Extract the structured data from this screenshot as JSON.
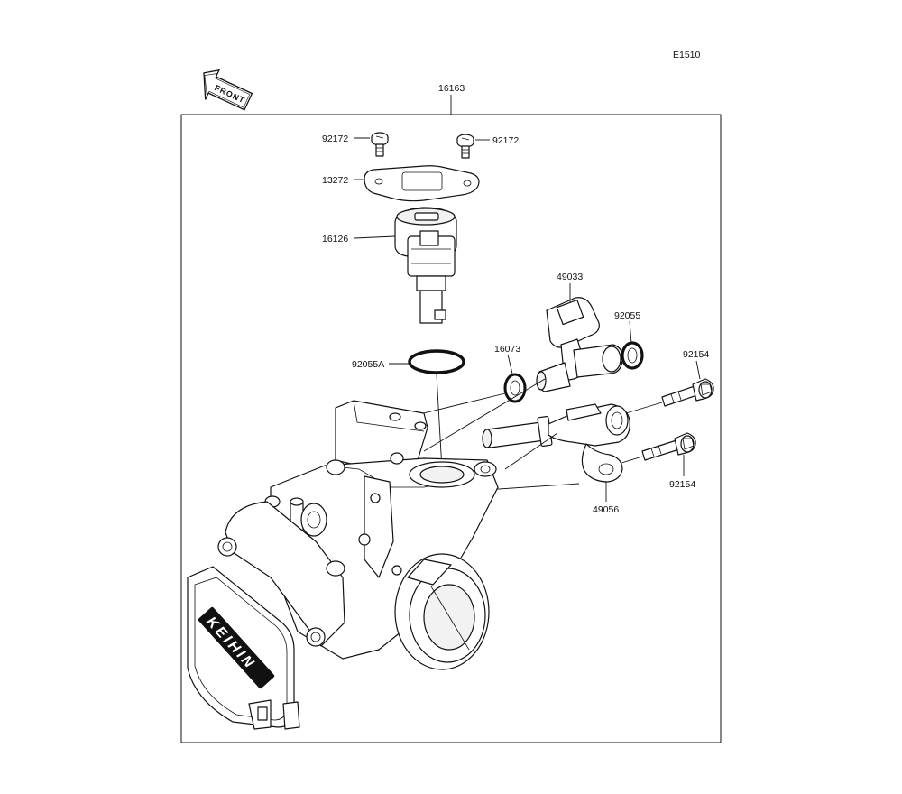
{
  "diagram_code": "E1510",
  "front_label": "FRONT",
  "brand_mark": "KEIHIN",
  "assembly": {
    "part_no": "16163"
  },
  "parts": {
    "screw_left": "92172",
    "screw_right": "92172",
    "plate": "13272",
    "sensor": "16126",
    "o_ring": "92055A",
    "connector": "49033",
    "seal": "92055",
    "seal_small": "16073",
    "bolt_upper": "92154",
    "bolt_lower": "92154",
    "pipe": "49056"
  }
}
